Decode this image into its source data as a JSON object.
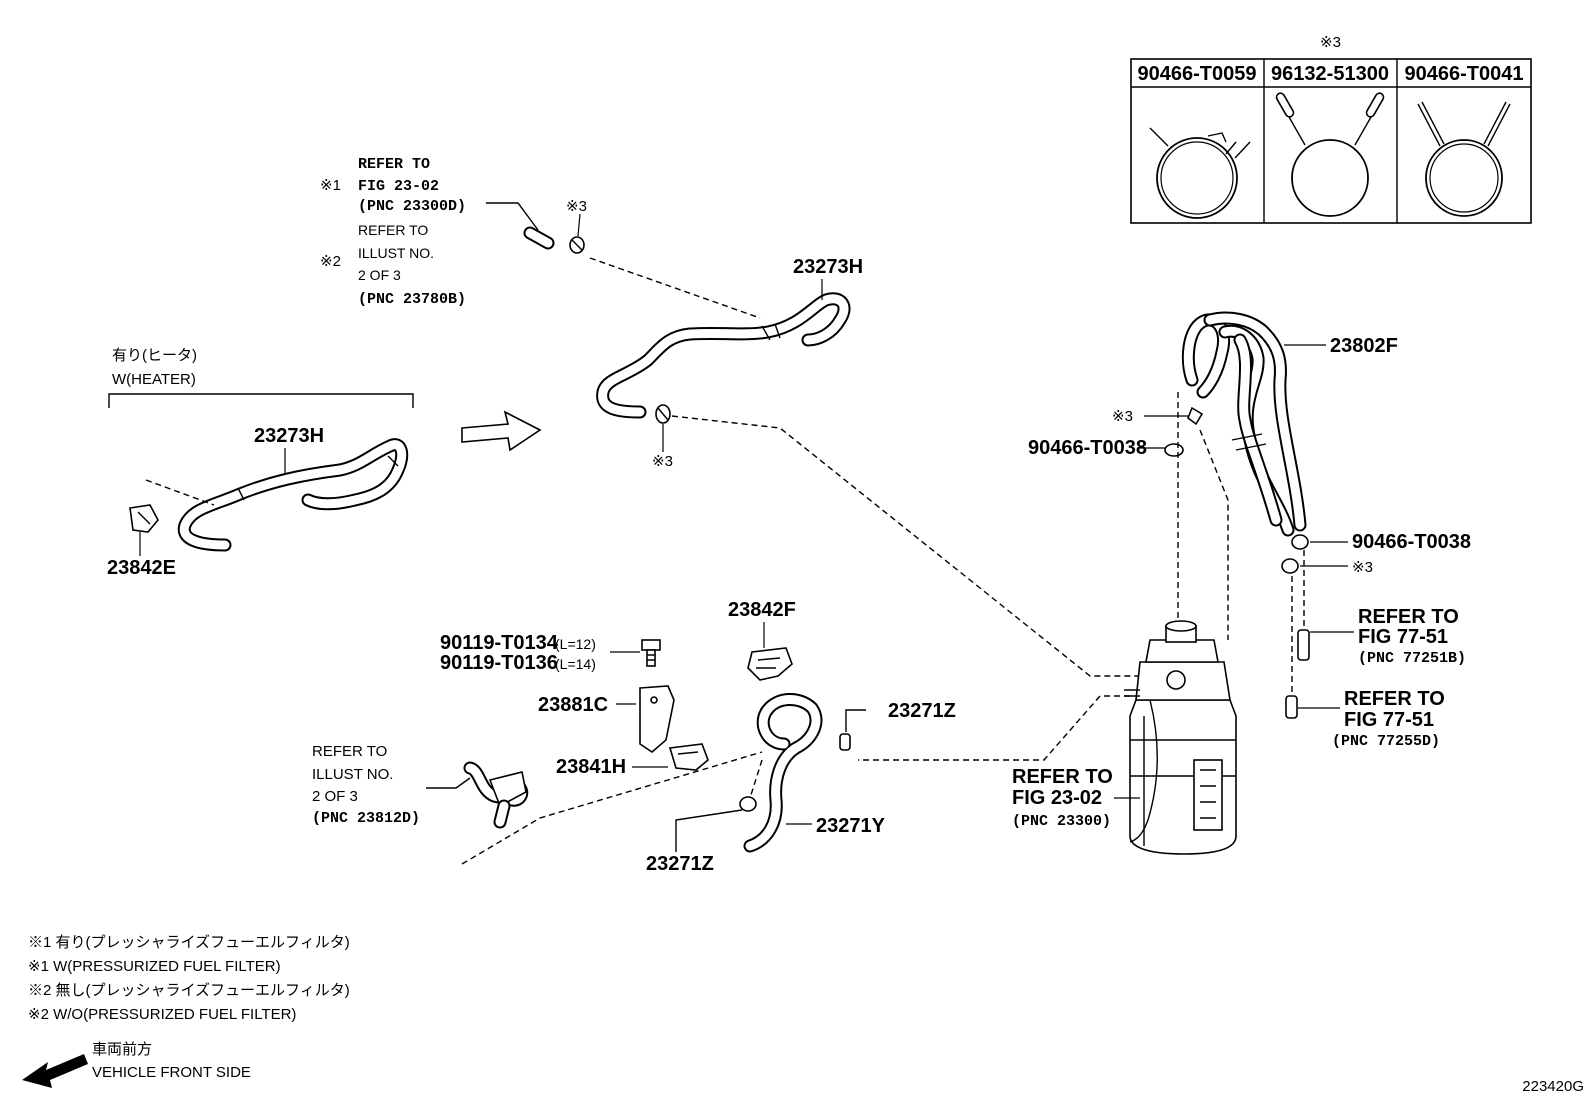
{
  "figure_code": "223420G",
  "clamp_table": {
    "marker": "※3",
    "columns": [
      "90466-T0059",
      "96132-51300",
      "90466-T0041"
    ]
  },
  "callouts": {
    "note1": {
      "marker": "※1",
      "lines": [
        "REFER TO",
        "FIG 23-02",
        "(PNC 23300D)"
      ]
    },
    "note2": {
      "marker": "※2",
      "lines": [
        "REFER TO",
        "ILLUST NO.",
        "2 OF 3",
        "(PNC 23780B)"
      ]
    },
    "heater_group": {
      "jp": "有り(ヒータ)",
      "en": "W(HEATER)"
    },
    "ref_illust_23812d": [
      "REFER TO",
      "ILLUST NO.",
      "2 OF 3",
      "(PNC 23812D)"
    ],
    "ref_fig_23300": [
      "REFER TO",
      "FIG 23-02",
      "(PNC 23300)"
    ],
    "ref_fig_77251b": [
      "REFER TO",
      "FIG 77-51",
      "(PNC 77251B)"
    ],
    "ref_fig_77255d": [
      "REFER TO",
      "FIG 77-51",
      "(PNC 77255D)"
    ]
  },
  "parts": {
    "p23273h_heater": "23273H",
    "p23842e": "23842E",
    "p23273h_main": "23273H",
    "p23802f": "23802F",
    "p90466_t0038_a": "90466-T0038",
    "p90466_t0038_b": "90466-T0038",
    "p23842f": "23842F",
    "p90119_t0134": "90119-T0134",
    "p90119_t0134_len": "(L=12)",
    "p90119_t0136": "90119-T0136",
    "p90119_t0136_len": "(L=14)",
    "p23881c": "23881C",
    "p23841h": "23841H",
    "p23271z_a": "23271Z",
    "p23271y": "23271Y",
    "p23271z_b": "23271Z",
    "mark3": "※3"
  },
  "legend": {
    "lines": [
      "※1 有り(プレッシャライズフューエルフィルタ)",
      "※1 W(PRESSURIZED FUEL FILTER)",
      "※2 無し(プレッシャライズフューエルフィルタ)",
      "※2 W/O(PRESSURIZED FUEL FILTER)"
    ],
    "front_jp": "車両前方",
    "front_en": "VEHICLE FRONT SIDE"
  }
}
